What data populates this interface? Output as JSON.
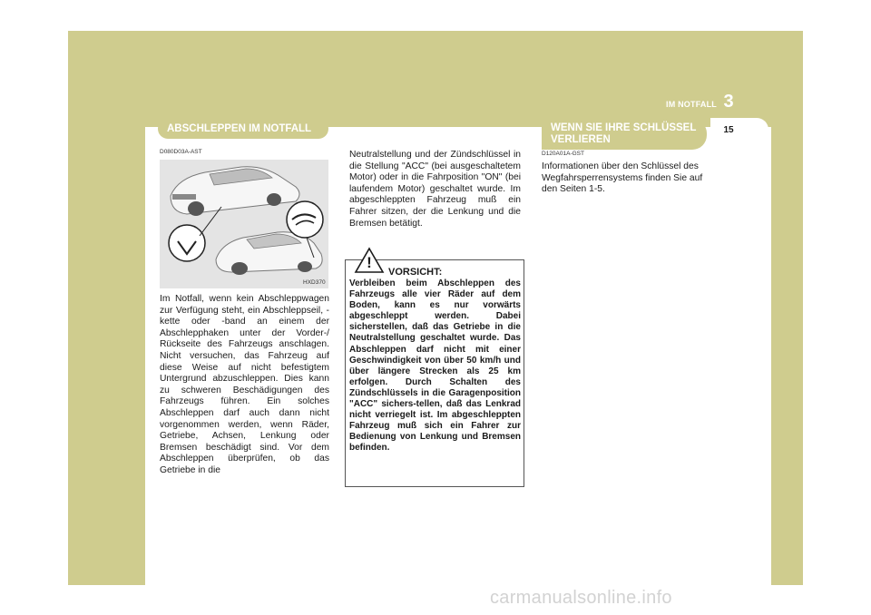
{
  "header": {
    "chapter_label": "IM NOTFALL",
    "chapter_number": "3",
    "page_number": "15"
  },
  "left_section": {
    "title": "ABSCHLEPPEN IM NOTFALL",
    "code": "D080D03A-AST",
    "figure_code": "HXD370",
    "body": "Im Notfall, wenn kein Abschleppwagen zur Verfügung steht, ein Abschleppseil, -kette oder -band an einem der Abschlepphaken unter der Vorder-/ Rückseite des Fahrzeugs anschlagen. Nicht versuchen, das Fahrzeug auf diese Weise auf nicht befestigtem Untergrund abzuschleppen. Dies kann zu schweren Beschädigungen des Fahrzeugs führen. Ein solches Abschleppen darf auch dann nicht vorgenommen werden, wenn Räder, Getriebe, Achsen, Lenkung oder Bremsen beschädigt sind. Vor dem Abschleppen überprüfen, ob das Getriebe in die"
  },
  "middle_section": {
    "body": "Neutralstellung und der Zündschlüssel in die Stellung \"ACC\" (bei ausgeschaltetem Motor) oder in die Fahrposition \"ON\" (bei laufendem Motor) geschaltet wurde. Im abgeschleppten Fahrzeug muß ein Fahrer sitzen, der die Lenkung und die Bremsen betätigt.",
    "warning_symbol": "!",
    "warning_title": "VORSICHT:",
    "warning_text": "Verbleiben beim Abschleppen des Fahrzeugs alle vier Räder auf dem Boden, kann es nur vorwärts abgeschleppt werden. Dabei sicherstellen, daß das Getriebe in die Neutralstellung geschaltet wurde. Das Abschleppen darf nicht mit einer Geschwindigkeit von über 50 km/h und über längere Strecken als 25 km erfolgen. Durch Schalten des Zündschlüssels in die Garagenposition \"ACC\" sichers-tellen, daß das Lenkrad nicht verriegelt ist. Im abgeschleppten Fahrzeug muß sich ein Fahrer zur Bedienung von Lenkung und Bremsen befinden."
  },
  "right_section": {
    "title": "WENN SIE IHRE SCHLÜSSEL VERLIEREN",
    "code": "D120A01A-GST",
    "body": "Informationen über den Schlüssel des Wegfahrsperrensystems finden Sie auf den Seiten 1-5."
  },
  "watermark": "carmanualsonline.info",
  "colors": {
    "band": "#cfcc8e",
    "text": "#1a1a1a"
  }
}
